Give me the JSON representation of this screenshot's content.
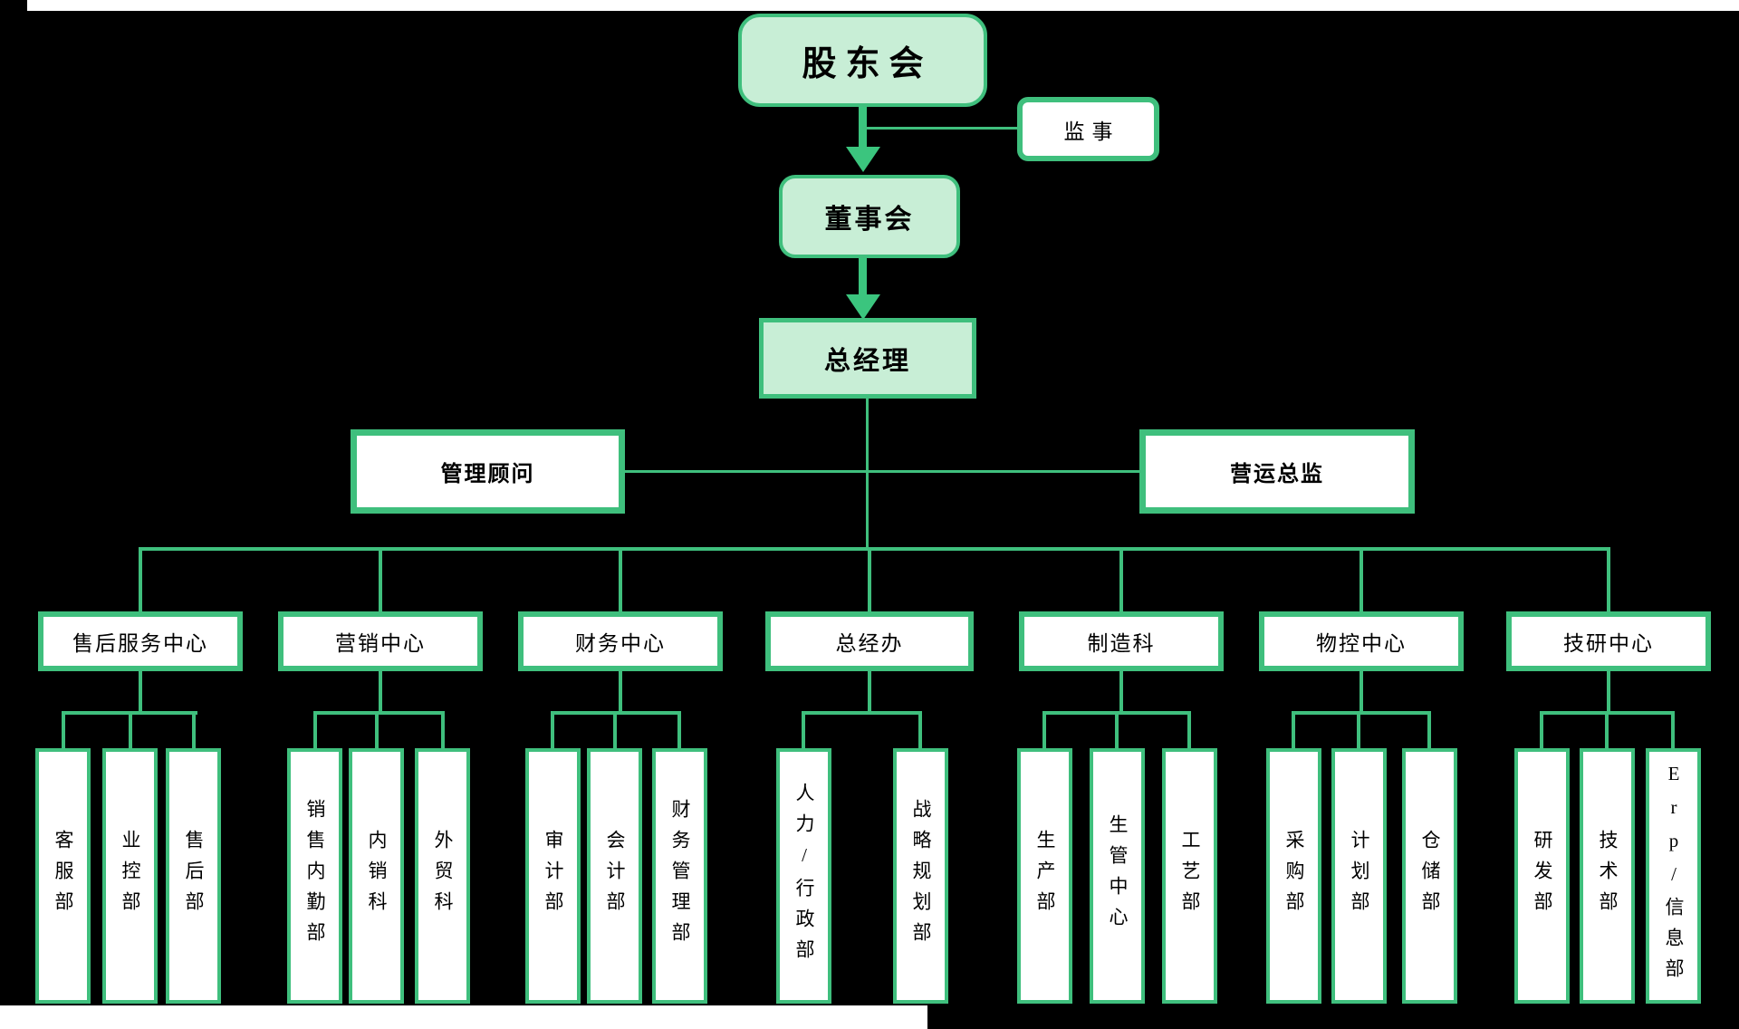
{
  "nodes": {
    "shareholders": "股东会",
    "supervisor": "监事",
    "board": "董事会",
    "general_manager": "总经理",
    "management_consultant": "管理顾问",
    "operations_director": "营运总监"
  },
  "groups": [
    {
      "label": "售后服务中心",
      "children": [
        "客服部",
        "业控部",
        "售后部"
      ]
    },
    {
      "label": "营销中心",
      "children": [
        "销售内勤部",
        "内销科",
        "外贸科"
      ]
    },
    {
      "label": "财务中心",
      "children": [
        "审计部",
        "会计部",
        "财务管理部"
      ]
    },
    {
      "label": "总经办",
      "children": [
        "人力/行政部",
        "战略规划部"
      ]
    },
    {
      "label": "制造科",
      "children": [
        "生产部",
        "生管中心",
        "工艺部"
      ]
    },
    {
      "label": "物控中心",
      "children": [
        "采购部",
        "计划部",
        "仓储部"
      ]
    },
    {
      "label": "技研中心",
      "children": [
        "研发部",
        "技术部",
        "Erp/信息部"
      ]
    }
  ],
  "colors": {
    "node_fill_green": "#c8eed6",
    "line_green": "#3fbf7d",
    "arrow_green": "#3bc57e",
    "background": "#000000",
    "node_background": "#ffffff",
    "text": "#000000"
  }
}
